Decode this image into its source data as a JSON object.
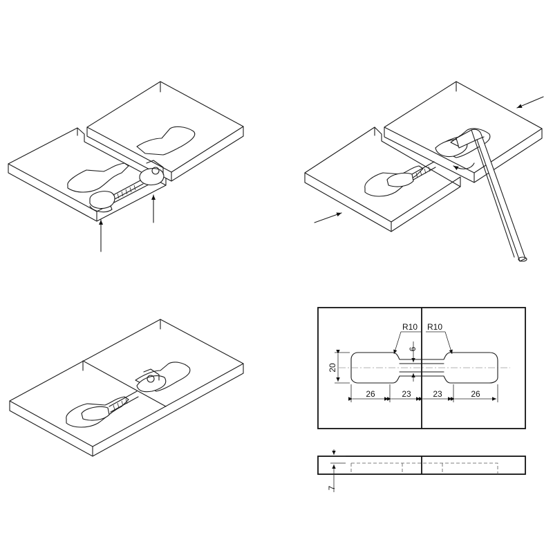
{
  "dimensions": {
    "radius_left": "R10",
    "radius_right": "R10",
    "height_20": "20",
    "neck_6": "6",
    "len_26_left": "26",
    "len_23_left": "23",
    "len_23_right": "23",
    "len_26_right": "26",
    "thickness_7": "7"
  }
}
